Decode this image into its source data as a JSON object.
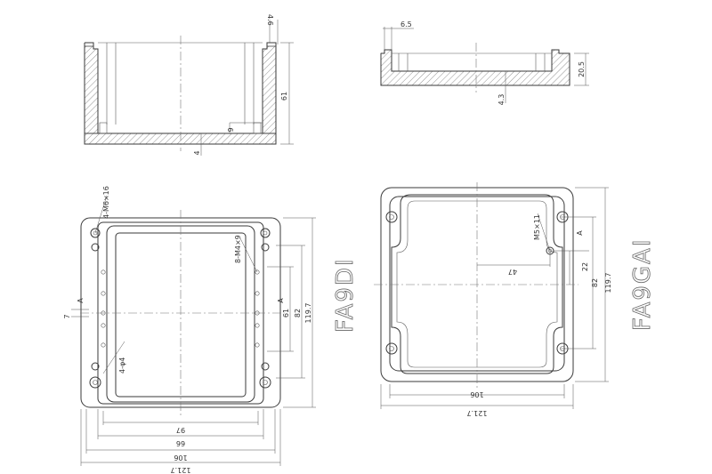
{
  "side_left": {
    "top_dim": "4.6",
    "height_dim": "61",
    "inner_dim": "9",
    "floor_dim": "4"
  },
  "side_right": {
    "top_dim": "6.5",
    "height_dim": "20.5",
    "floor_dim": "4.3"
  },
  "left_plan": {
    "screw_note": "4-M6×16",
    "insert_note": "8-M4×9",
    "hole_note": "4-φ4",
    "width_inner": "97",
    "width_holes": "66",
    "width_body": "106",
    "width_total": "121.7",
    "height_inner": "61",
    "height_body": "82",
    "height_total": "119.7",
    "small_a": "A",
    "small_a2": "A",
    "small_7": "7",
    "model": "FA9DI"
  },
  "right_plan": {
    "screw_note": "M5×11",
    "dim_47": "47",
    "dim_22": "22",
    "dim_82": "82",
    "dim_119": "119.7",
    "width_body": "106",
    "width_total": "121.7",
    "small_a": "A",
    "model": "FA9GAI"
  }
}
